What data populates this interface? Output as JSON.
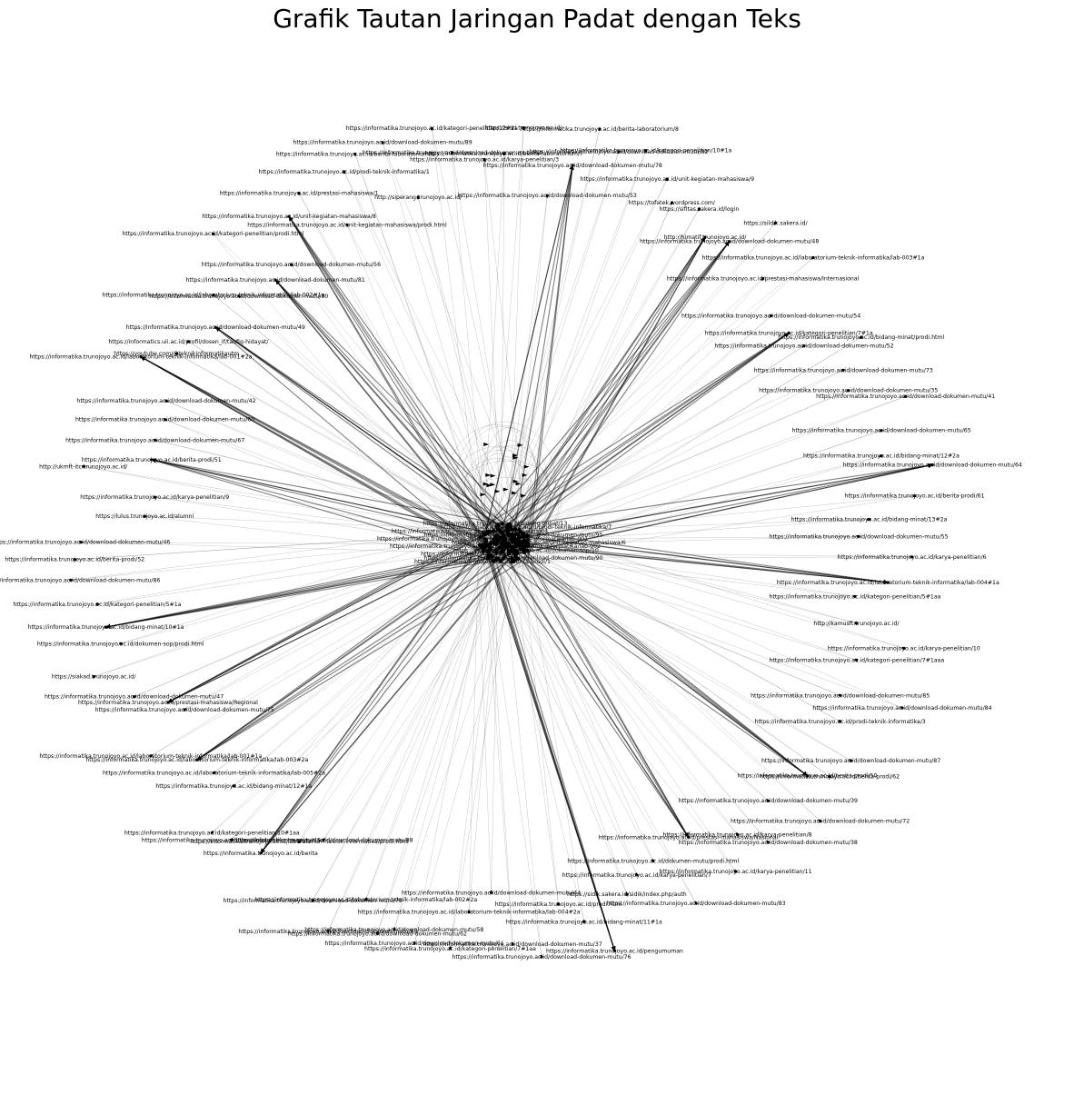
{
  "title": "Grafik Tautan Jaringan Padat dengan Teks",
  "graph": {
    "hub_labels": [
      "https://informatika.trunojoyo.ac.id/bidang-minat/13",
      "https://informatika.trunojoyo.ac.id/prodi-teknik-informatika/7",
      "https://informatika.trunojoyo.ac.id/kategori-penelitian/4",
      "https://informatika.trunojoyo.ac.id/download-dokumen-mutu/95",
      "https://informatika.trunojoyo.ac.id/laboratorium-teknik-informatika/lab-001",
      "https://informatika.trunojoyo.ac.id/unit-kegiatan-mahasiswa/6",
      "https://informatika.trunojoyo.ac.id/laboratorium-teknik-informatika/lab-002",
      "https://informatika.trunojoyo.ac.id/dokumen-sop/10",
      "https://informatika.trunojoyo.ac.id/",
      "https://informatika.trunojoyo.ac.id/download-dokumen-mutu/90",
      "https://informatika.trunojoyo.ac.id/berita-prodi/1"
    ],
    "nodes": [
      {
        "label": "https://informatika.trunojoyo.ac.id/berita-laboratorium/7"
      },
      {
        "label": "https://sisri.trunojoyo.ac.id/"
      },
      {
        "label": "https://informatika.trunojoyo.ac.id/download-dokumen-mutu/53"
      },
      {
        "label": "https://informatika.trunojoyo.ac.id/download-dokumen-mutu/78"
      },
      {
        "label": "https://informatika.trunojoyo.ac.id/berita-laboratorium/8"
      },
      {
        "label": "https://informatika.trunojoyo.ac.id/download-dokumen-mutu/82"
      },
      {
        "label": "https://informatika.trunojoyo.ac.id/kategori-penelitian/10#1a"
      },
      {
        "label": "https://informatika.trunojoyo.ac.id/unit-kegiatan-mahasiswa/9"
      },
      {
        "label": "https://tofatek.wordpress.com/"
      },
      {
        "label": "https://sifitas.sakera.id/login"
      },
      {
        "label": "http://himatif.trunojoyo.ac.id/"
      },
      {
        "label": "https://informatika.trunojoyo.ac.id/download-dokumen-mutu/48"
      },
      {
        "label": "https://sildik.sakera.id/"
      },
      {
        "label": "https://informatika.trunojoyo.ac.id/prestasi-mahasiswa/Internasional"
      },
      {
        "label": "https://informatika.trunojoyo.ac.id/laboratorium-teknik-informatika/lab-003#1a"
      },
      {
        "label": "https://informatika.trunojoyo.ac.id/download-dokumen-mutu/54"
      },
      {
        "label": "https://informatika.trunojoyo.ac.id/kategori-penelitian/7#1a"
      },
      {
        "label": "https://informatika.trunojoyo.ac.id/download-dokumen-mutu/52"
      },
      {
        "label": "https://informatika.trunojoyo.ac.id/bidang-minat/prodi.html"
      },
      {
        "label": "https://informatika.trunojoyo.ac.id/download-dokumen-mutu/73"
      },
      {
        "label": "https://informatika.trunojoyo.ac.id/download-dokumen-mutu/35"
      },
      {
        "label": "https://informatika.trunojoyo.ac.id/download-dokumen-mutu/41"
      },
      {
        "label": "https://informatika.trunojoyo.ac.id/download-dokumen-mutu/65"
      },
      {
        "label": "https://informatika.trunojoyo.ac.id/bidang-minat/12#2a"
      },
      {
        "label": "https://informatika.trunojoyo.ac.id/download-dokumen-mutu/64"
      },
      {
        "label": "https://informatika.trunojoyo.ac.id/berita-prodi/61"
      },
      {
        "label": "https://informatika.trunojoyo.ac.id/bidang-minat/13#2a"
      },
      {
        "label": "https://informatika.trunojoyo.ac.id/download-dokumen-mutu/55"
      },
      {
        "label": "https://informatika.trunojoyo.ac.id/karya-penelitian/6"
      },
      {
        "label": "https://informatika.trunojoyo.ac.id/laboratorium-teknik-informatika/lab-004#1a"
      },
      {
        "label": "https://informatika.trunojoyo.ac.id/kategori-penelitian/5#1aa"
      },
      {
        "label": "http://kamusft.trunojoyo.ac.id/"
      },
      {
        "label": "https://informatika.trunojoyo.ac.id/karya-penelitian/10"
      },
      {
        "label": "https://informatika.trunojoyo.ac.id/kategori-penelitian/7#1aaa"
      },
      {
        "label": "https://informatika.trunojoyo.ac.id/download-dokumen-mutu/84"
      },
      {
        "label": "https://informatika.trunojoyo.ac.id/download-dokumen-mutu/85"
      },
      {
        "label": "https://informatika.trunojoyo.ac.id/prodi-teknik-informatika/3"
      },
      {
        "label": "https://informatika.trunojoyo.ac.id/download-dokumen-mutu/87"
      },
      {
        "label": "https://informatika.trunojoyo.ac.id/berita-prodi/62"
      },
      {
        "label": "https://informatika.trunojoyo.ac.id/berita-prodi/50"
      },
      {
        "label": "https://informatika.trunojoyo.ac.id/download-dokumen-mutu/72"
      },
      {
        "label": "https://informatika.trunojoyo.ac.id/download-dokumen-mutu/39"
      },
      {
        "label": "https://informatika.trunojoyo.ac.id/download-dokumen-mutu/38"
      },
      {
        "label": "https://informatika.trunojoyo.ac.id/karya-penelitian/8"
      },
      {
        "label": "https://informatika.trunojoyo.ac.id/karya-penelitian/11"
      },
      {
        "label": "https://informatika.trunojoyo.ac.id/prestasi-mahasiswa/Nasional"
      },
      {
        "label": "https://informatika.trunojoyo.ac.id/download-dokumen-mutu/83"
      },
      {
        "label": "https://informatika.trunojoyo.ac.id/dokumen-mutu/prodi.html"
      },
      {
        "label": "https://informatika.trunojoyo.ac.id/karya-penelitian/7"
      },
      {
        "label": "https://sidik.sakera.id/sidik/index.php/auth"
      },
      {
        "label": "https://informatika.trunojoyo.ac.id/pengumuman"
      },
      {
        "label": "https://informatika.trunojoyo.ac.id/bidang-minat/11#1a"
      },
      {
        "label": "https://informatika.trunojoyo.ac.id/prodi.html"
      },
      {
        "label": "https://informatika.trunojoyo.ac.id/download-dokumen-mutu/76"
      },
      {
        "label": "https://informatika.trunojoyo.ac.id/download-dokumen-mutu/37"
      },
      {
        "label": "https://informatika.trunojoyo.ac.id/download-dokumen-mutu/44"
      },
      {
        "label": "https://informatika.trunojoyo.ac.id/laboratorium-teknik-informatika/lab-004#2a"
      },
      {
        "label": "https://informatika.trunojoyo.ac.id/kategori-penelitian/7#1aa"
      },
      {
        "label": "https://informatika.trunojoyo.ac.id/download-dokumen-mutu/61"
      },
      {
        "label": "https://informatika.trunojoyo.ac.id/download-dokumen-mutu/58"
      },
      {
        "label": "https://informatika.trunojoyo.ac.id/download-dokumen-mutu/62"
      },
      {
        "label": "https://informatika.trunojoyo.ac.id/laboratorium-teknik-informatika/lab-002#2a"
      },
      {
        "label": "https://informatika.trunojoyo.ac.id/download-dokumen-mutu/68"
      },
      {
        "label": "https://informatika.trunojoyo.ac.id/download-dokumen-mutu/79"
      },
      {
        "label": "https://informatika.trunojoyo.ac.id/download-dokumen-mutu/88"
      },
      {
        "label": "https://informatika.trunojoyo.ac.id/laboratorium-teknik-informatika/prodi.html"
      },
      {
        "label": "https://informatika.trunojoyo.ac.id/berita"
      },
      {
        "label": "https://informatika.trunojoyo.ac.id/download-dokumen-mutu/45"
      },
      {
        "label": "https://informatika.trunojoyo.ac.id/kategori-penelitian/10#1aa"
      },
      {
        "label": "https://informatika.trunojoyo.ac.id/bidang-minat/12#1a"
      },
      {
        "label": "https://informatika.trunojoyo.ac.id/laboratorium-teknik-informatika/lab-005#2a"
      },
      {
        "label": "https://informatika.trunojoyo.ac.id/laboratorium-teknik-informatika/lab-003#2a"
      },
      {
        "label": "https://informatika.trunojoyo.ac.id/laboratorium-teknik-informatika/lab-001#1a"
      },
      {
        "label": "https://informatika.trunojoyo.ac.id/download-dokumen-mutu/75"
      },
      {
        "label": "https://informatika.trunojoyo.ac.id/prestasi-mahasiswa/Regional"
      },
      {
        "label": "https://informatika.trunojoyo.ac.id/download-dokumen-mutu/47"
      },
      {
        "label": "https://siakad.trunojoyo.ac.id/"
      },
      {
        "label": "https://informatika.trunojoyo.ac.id/dokumen-sop/prodi.html"
      },
      {
        "label": "https://informatika.trunojoyo.ac.id/bidang-minat/10#1a"
      },
      {
        "label": "https://informatika.trunojoyo.ac.id/kategori-penelitian/5#1a"
      },
      {
        "label": "https://informatika.trunojoyo.ac.id/download-dokumen-mutu/86"
      },
      {
        "label": "https://informatika.trunojoyo.ac.id/berita-prodi/52"
      },
      {
        "label": "https://informatika.trunojoyo.ac.id/download-dokumen-mutu/46"
      },
      {
        "label": "https://lulus.trunojoyo.ac.id/alumni"
      },
      {
        "label": "https://informatika.trunojoyo.ac.id/karya-penelitian/9"
      },
      {
        "label": "http://ukmft-itc.trunojoyo.ac.id/"
      },
      {
        "label": "https://informatika.trunojoyo.ac.id/berita-prodi/51"
      },
      {
        "label": "https://informatika.trunojoyo.ac.id/download-dokumen-mutu/67"
      },
      {
        "label": "https://informatika.trunojoyo.ac.id/download-dokumen-mutu/60"
      },
      {
        "label": "https://informatika.trunojoyo.ac.id/download-dokumen-mutu/42"
      },
      {
        "label": "https://informatika.trunojoyo.ac.id/laboratorium-teknik-informatika/lab-001#2a"
      },
      {
        "label": "https://youtube.com/@teknikinformatikautm"
      },
      {
        "label": "https://informatics.uii.ac.id/profil/dosen_if/taufiq-hidayat/"
      },
      {
        "label": "https://informatika.trunojoyo.ac.id/download-dokumen-mutu/49"
      },
      {
        "label": "https://informatika.trunojoyo.ac.id/laboratorium-teknik-informatika/lab-002#1a"
      },
      {
        "label": "https://informatika.trunojoyo.ac.id/download-dokumen-mutu/80"
      },
      {
        "label": "https://informatika.trunojoyo.ac.id/kategori-penelitian/prodi.html"
      },
      {
        "label": "https://informatika.trunojoyo.ac.id/download-dokumen-mutu/81"
      },
      {
        "label": "https://informatika.trunojoyo.ac.id/download-dokumen-mutu/56"
      },
      {
        "label": "https://informatika.trunojoyo.ac.id/unit-kegiatan-mahasiswa/8"
      },
      {
        "label": "https://informatika.trunojoyo.ac.id/prestasi-mahasiswa/1"
      },
      {
        "label": "https://informatika.trunojoyo.ac.id/unit-kegiatan-mahasiswa/prodi.html"
      },
      {
        "label": "https://informatika.trunojoyo.ac.id/prodi-teknik-informatika/1"
      },
      {
        "label": "https://informatika.trunojoyo.ac.id/berita-laboratorium/6"
      },
      {
        "label": "https://informatika.trunojoyo.ac.id/download-dokumen-mutu/89"
      },
      {
        "label": "http://siperang.trunojoyo.ac.id/"
      },
      {
        "label": "https://informatika.trunojoyo.ac.id/kategori-penelitian/12#1a"
      },
      {
        "label": "https://informatika.trunojoyo.ac.id/download-dokumen-mutu/43"
      },
      {
        "label": "https://informatika.trunojoyo.ac.id/karya-penelitian/3"
      }
    ]
  }
}
